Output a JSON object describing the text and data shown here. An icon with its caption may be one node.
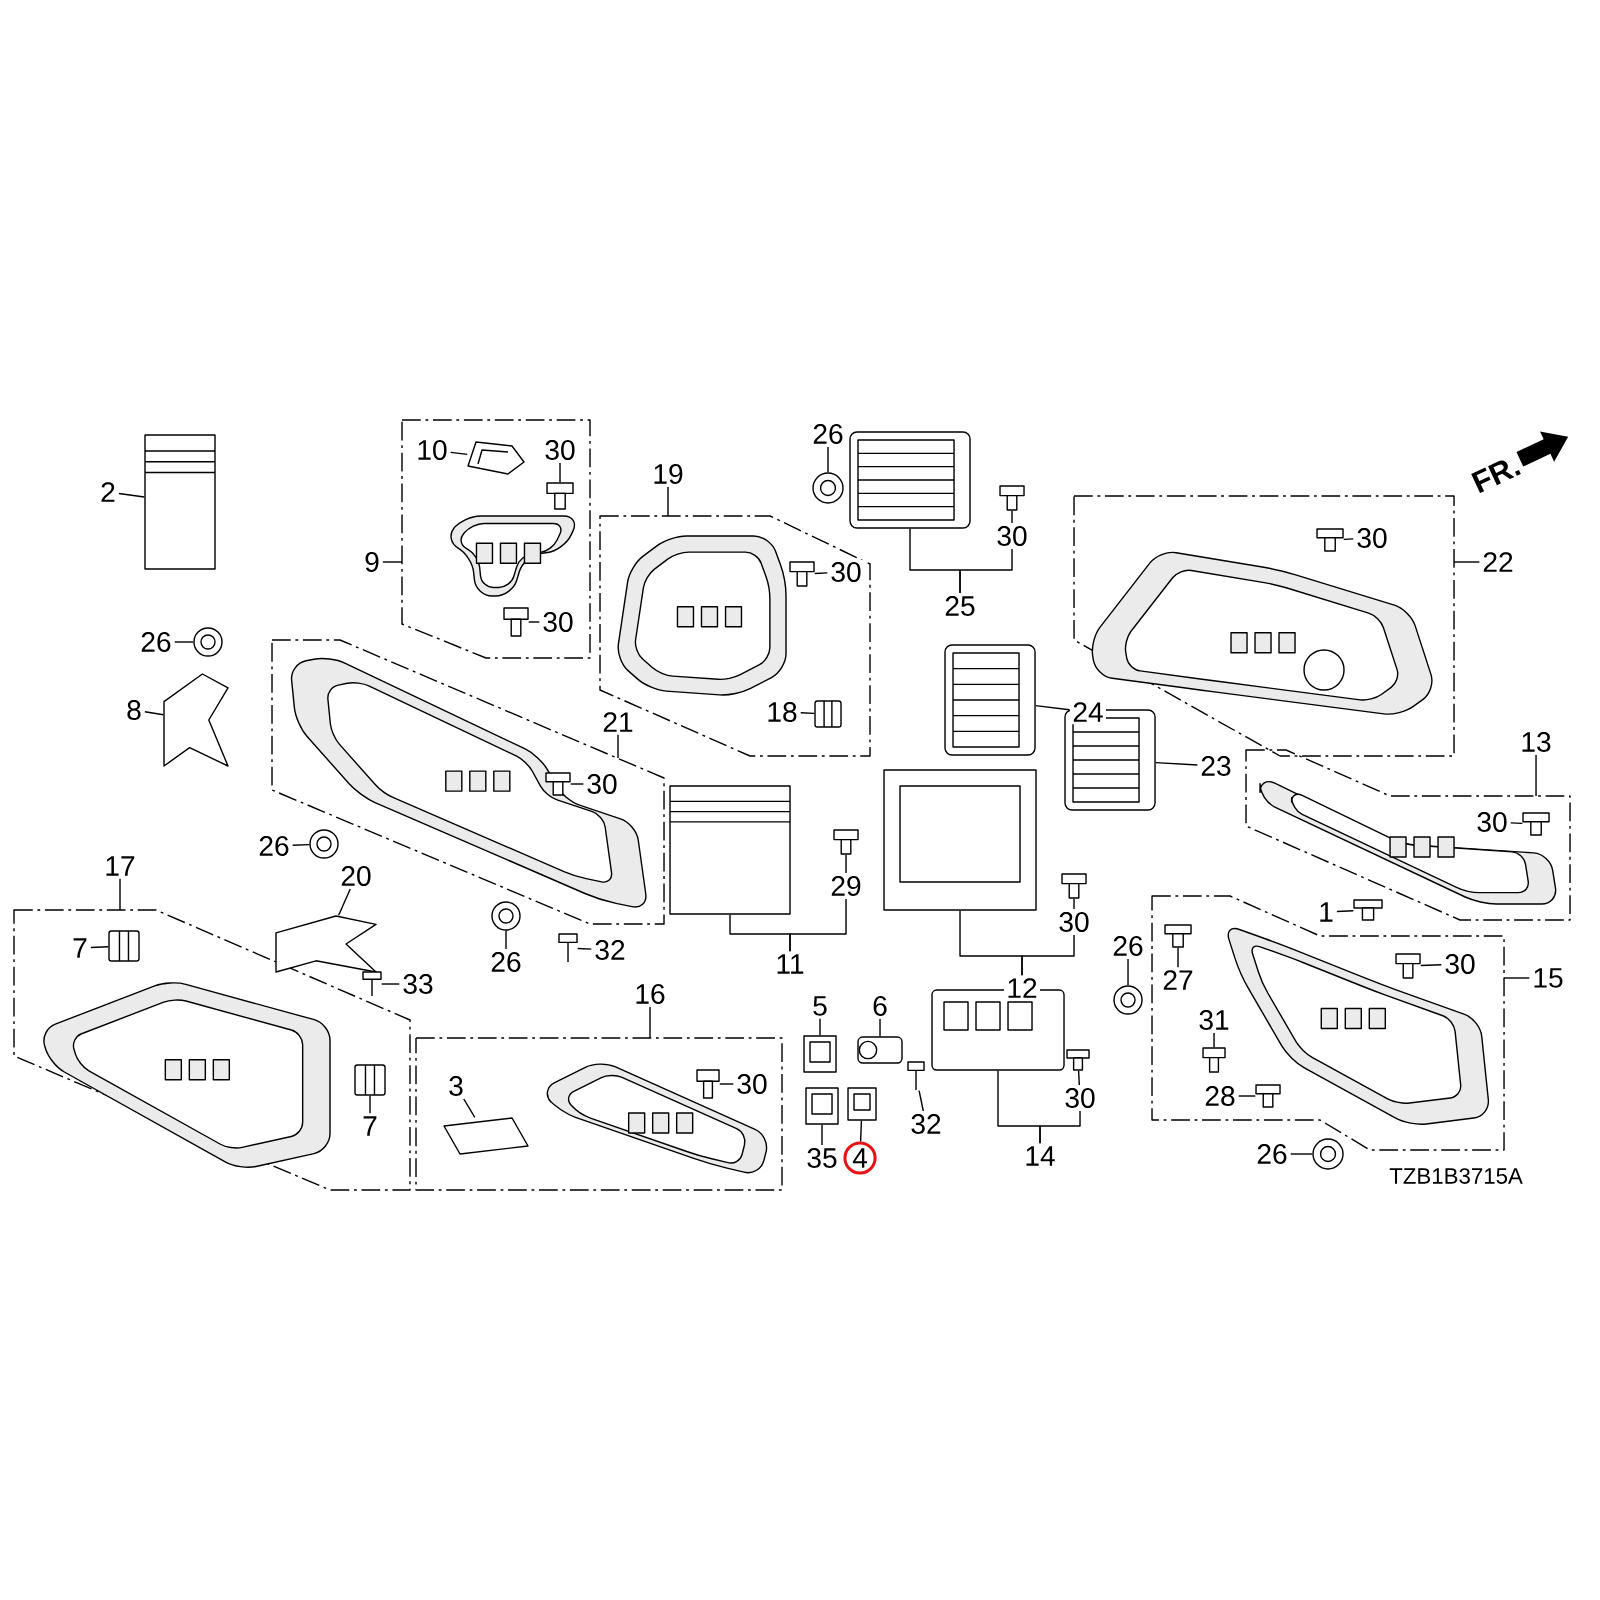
{
  "diagram": {
    "nodes": [
      {
        "text": [
          "2"
        ]
      },
      {
        "text": [],
        "shape": "picture"
      },
      {
        "text": [],
        "shape": "box"
      },
      {
        "text": [
          "9"
        ]
      },
      {
        "text": [
          "10"
        ],
        "in": 2
      },
      {
        "text": [],
        "shape": "picture",
        "in": 2
      },
      {
        "text": [
          "30"
        ],
        "in": 2
      },
      {
        "text": [],
        "shape": "picture",
        "in": 2
      },
      {
        "text": [
          "30"
        ],
        "in": 2
      },
      {
        "text": [],
        "shape": "picture",
        "in": 2
      },
      {
        "text": [],
        "shape": "box"
      },
      {
        "text": [
          "19"
        ]
      },
      {
        "text": [
          "30"
        ],
        "in": 10
      },
      {
        "text": [],
        "shape": "picture",
        "in": 10
      },
      {
        "text": [
          "18"
        ],
        "in": 10
      },
      {
        "text": [],
        "shape": "picture",
        "in": 10
      },
      {
        "text": [
          "26"
        ]
      },
      {
        "text": [],
        "shape": "picture"
      },
      {
        "text": [
          "25"
        ]
      },
      {
        "text": [],
        "shape": "picture"
      },
      {
        "text": [
          "30"
        ]
      },
      {
        "text": [],
        "shape": "picture"
      },
      {
        "text": [],
        "shape": "box"
      },
      {
        "text": [
          "22"
        ]
      },
      {
        "text": [
          "30"
        ],
        "in": 22
      },
      {
        "text": [],
        "shape": "picture",
        "in": 22
      },
      {
        "text": [
          "26"
        ]
      },
      {
        "text": [],
        "shape": "picture"
      },
      {
        "text": [
          "8"
        ]
      },
      {
        "text": [],
        "shape": "picture"
      },
      {
        "text": [],
        "shape": "box"
      },
      {
        "text": [
          "21"
        ]
      },
      {
        "text": [
          "30"
        ],
        "in": 30
      },
      {
        "text": [],
        "shape": "picture",
        "in": 30
      },
      {
        "text": [
          "24"
        ]
      },
      {
        "text": [],
        "shape": "picture"
      },
      {
        "text": [
          "23"
        ]
      },
      {
        "text": [],
        "shape": "picture"
      },
      {
        "text": [],
        "shape": "box"
      },
      {
        "text": [
          "13"
        ]
      },
      {
        "text": [
          "30"
        ],
        "in": 38
      },
      {
        "text": [],
        "shape": "picture",
        "in": 38
      },
      {
        "text": [
          "1"
        ],
        "in": 38
      },
      {
        "text": [],
        "shape": "picture",
        "in": 38
      },
      {
        "text": [
          "26"
        ]
      },
      {
        "text": [],
        "shape": "picture"
      },
      {
        "text": [
          "20"
        ]
      },
      {
        "text": [],
        "shape": "picture"
      },
      {
        "text": [],
        "shape": "picture"
      },
      {
        "text": [
          "29"
        ]
      },
      {
        "text": [],
        "shape": "picture"
      },
      {
        "text": [],
        "shape": "picture"
      },
      {
        "text": [
          "30"
        ]
      },
      {
        "text": [],
        "shape": "picture"
      },
      {
        "text": [],
        "shape": "box"
      },
      {
        "text": [
          "17"
        ]
      },
      {
        "text": [
          "7"
        ],
        "in": 54
      },
      {
        "text": [],
        "shape": "picture",
        "in": 54
      },
      {
        "text": [
          "7"
        ],
        "in": 54
      },
      {
        "text": [],
        "shape": "picture",
        "in": 54
      },
      {
        "text": [
          "26"
        ]
      },
      {
        "text": [],
        "shape": "picture"
      },
      {
        "text": [
          "32"
        ]
      },
      {
        "text": [],
        "shape": "picture"
      },
      {
        "text": [
          "33"
        ]
      },
      {
        "text": [],
        "shape": "picture"
      },
      {
        "text": [
          "11"
        ]
      },
      {
        "text": [
          "12"
        ]
      },
      {
        "text": [
          "26"
        ]
      },
      {
        "text": [],
        "shape": "picture"
      },
      {
        "text": [],
        "shape": "box"
      },
      {
        "text": [
          "15"
        ]
      },
      {
        "text": [
          "27"
        ],
        "in": 70
      },
      {
        "text": [],
        "shape": "picture",
        "in": 70
      },
      {
        "text": [
          "30"
        ],
        "in": 70
      },
      {
        "text": [],
        "shape": "picture",
        "in": 70
      },
      {
        "text": [
          "31"
        ],
        "in": 70
      },
      {
        "text": [],
        "shape": "picture",
        "in": 70
      },
      {
        "text": [
          "28"
        ],
        "in": 70
      },
      {
        "text": [],
        "shape": "picture",
        "in": 70
      },
      {
        "text": [
          "5"
        ]
      },
      {
        "text": [],
        "shape": "picture"
      },
      {
        "text": [
          "6"
        ]
      },
      {
        "text": [],
        "shape": "picture"
      },
      {
        "text": [],
        "shape": "picture"
      },
      {
        "text": [
          "32"
        ]
      },
      {
        "text": [],
        "shape": "picture"
      },
      {
        "text": [
          "30"
        ]
      },
      {
        "text": [],
        "shape": "picture"
      },
      {
        "text": [],
        "shape": "box"
      },
      {
        "text": [
          "16"
        ]
      },
      {
        "text": [
          "3"
        ],
        "in": 89
      },
      {
        "text": [],
        "shape": "picture",
        "in": 89
      },
      {
        "text": [
          "30"
        ],
        "in": 89
      },
      {
        "text": [],
        "shape": "picture",
        "in": 89
      },
      {
        "text": [
          "35"
        ]
      },
      {
        "text": [],
        "shape": "picture"
      },
      {
        "text": [
          "4"
        ]
      },
      {
        "text": [],
        "shape": "picture"
      },
      {
        "text": [
          "14"
        ]
      },
      {
        "text": [
          "26"
        ]
      },
      {
        "text": [],
        "shape": "picture"
      }
    ],
    "edges": [
      {
        "from": 0,
        "to": 1,
        "arrow": "none"
      },
      {
        "from": 3,
        "to": 2,
        "arrow": "none"
      },
      {
        "from": 4,
        "to": 5,
        "arrow": "none"
      },
      {
        "from": 6,
        "to": 7,
        "arrow": "none"
      },
      {
        "from": 8,
        "to": 9,
        "arrow": "none"
      },
      {
        "from": 11,
        "to": 10,
        "arrow": "none"
      },
      {
        "from": 12,
        "to": 13,
        "arrow": "none"
      },
      {
        "from": 14,
        "to": 15,
        "arrow": "none"
      },
      {
        "from": 16,
        "to": 17,
        "arrow": "none"
      },
      {
        "from": 18,
        "to": 19,
        "arrow": "none"
      },
      {
        "from": 18,
        "to": 20,
        "arrow": "none"
      },
      {
        "from": 20,
        "to": 21,
        "arrow": "none"
      },
      {
        "from": 23,
        "to": 22,
        "arrow": "none"
      },
      {
        "from": 24,
        "to": 25,
        "arrow": "none"
      },
      {
        "from": 26,
        "to": 27,
        "arrow": "none"
      },
      {
        "from": 28,
        "to": 29,
        "arrow": "none"
      },
      {
        "from": 31,
        "to": 30,
        "arrow": "none"
      },
      {
        "from": 32,
        "to": 33,
        "arrow": "none"
      },
      {
        "from": 34,
        "to": 35,
        "arrow": "none"
      },
      {
        "from": 36,
        "to": 37,
        "arrow": "none"
      },
      {
        "from": 39,
        "to": 38,
        "arrow": "none"
      },
      {
        "from": 40,
        "to": 41,
        "arrow": "none"
      },
      {
        "from": 42,
        "to": 43,
        "arrow": "none"
      },
      {
        "from": 44,
        "to": 45,
        "arrow": "none"
      },
      {
        "from": 46,
        "to": 47,
        "arrow": "none"
      },
      {
        "from": 49,
        "to": 50,
        "arrow": "none"
      },
      {
        "from": 52,
        "to": 53,
        "arrow": "none"
      },
      {
        "from": 55,
        "to": 54,
        "arrow": "none"
      },
      {
        "from": 56,
        "to": 57,
        "arrow": "none"
      },
      {
        "from": 58,
        "to": 59,
        "arrow": "none"
      },
      {
        "from": 60,
        "to": 61,
        "arrow": "none"
      },
      {
        "from": 62,
        "to": 63,
        "arrow": "none"
      },
      {
        "from": 64,
        "to": 65,
        "arrow": "none"
      },
      {
        "from": 66,
        "to": 48,
        "arrow": "none"
      },
      {
        "from": 66,
        "to": 49,
        "arrow": "none"
      },
      {
        "from": 67,
        "to": 51,
        "arrow": "none"
      },
      {
        "from": 67,
        "to": 52,
        "arrow": "none"
      },
      {
        "from": 68,
        "to": 69,
        "arrow": "none"
      },
      {
        "from": 71,
        "to": 70,
        "arrow": "none"
      },
      {
        "from": 72,
        "to": 73,
        "arrow": "none"
      },
      {
        "from": 74,
        "to": 75,
        "arrow": "none"
      },
      {
        "from": 76,
        "to": 77,
        "arrow": "none"
      },
      {
        "from": 78,
        "to": 79,
        "arrow": "none"
      },
      {
        "from": 80,
        "to": 81,
        "arrow": "none"
      },
      {
        "from": 82,
        "to": 83,
        "arrow": "none"
      },
      {
        "from": 85,
        "to": 86,
        "arrow": "none"
      },
      {
        "from": 87,
        "to": 88,
        "arrow": "none"
      },
      {
        "from": 90,
        "to": 89,
        "arrow": "none"
      },
      {
        "from": 91,
        "to": 92,
        "arrow": "none"
      },
      {
        "from": 93,
        "to": 94,
        "arrow": "none"
      },
      {
        "from": 95,
        "to": 96,
        "arrow": "none"
      },
      {
        "from": 97,
        "to": 98,
        "arrow": "none"
      },
      {
        "from": 99,
        "to": 84,
        "arrow": "none"
      },
      {
        "from": 99,
        "to": 87,
        "arrow": "none"
      },
      {
        "from": 100,
        "to": 101,
        "arrow": "none"
      }
    ],
    "labels": [
      "FR.",
      "TZB1B3715A"
    ]
  }
}
